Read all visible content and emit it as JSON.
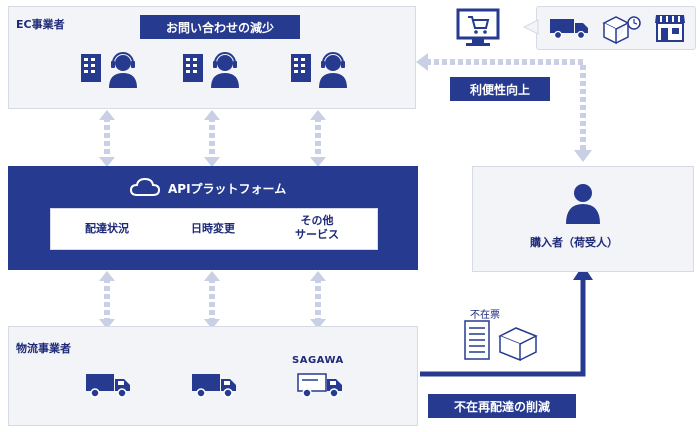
{
  "ec": {
    "label": "EC事業者",
    "banner": "お問い合わせの減少"
  },
  "platform": {
    "title": "APIプラットフォーム",
    "items": [
      "配達状況",
      "日時変更",
      "その他\nサービス"
    ]
  },
  "logistics": {
    "label": "物流事業者",
    "carrier_name": "SAGAWA"
  },
  "buyer": {
    "label": "購入者（荷受人）"
  },
  "convenience": {
    "label": "利便性向上"
  },
  "absence": {
    "slip_label": "不在票",
    "banner": "不在再配達の削減"
  },
  "colors": {
    "navy": "#263a8f",
    "panel": "#f3f4f8",
    "arrow": "#c9cfe4"
  },
  "icons": {
    "ec_group": [
      "building-icon",
      "operator-headset-icon"
    ],
    "trucks": [
      "truck-icon",
      "truck-icon",
      "truck-icon"
    ],
    "buyer": "person-icon",
    "top_right": [
      "computer-cart-icon",
      "delivery-truck-icon",
      "box-clock-icon",
      "storefront-icon"
    ],
    "slip": [
      "slip-document-icon",
      "parcel-box-icon"
    ],
    "cloud": "cloud-icon"
  }
}
